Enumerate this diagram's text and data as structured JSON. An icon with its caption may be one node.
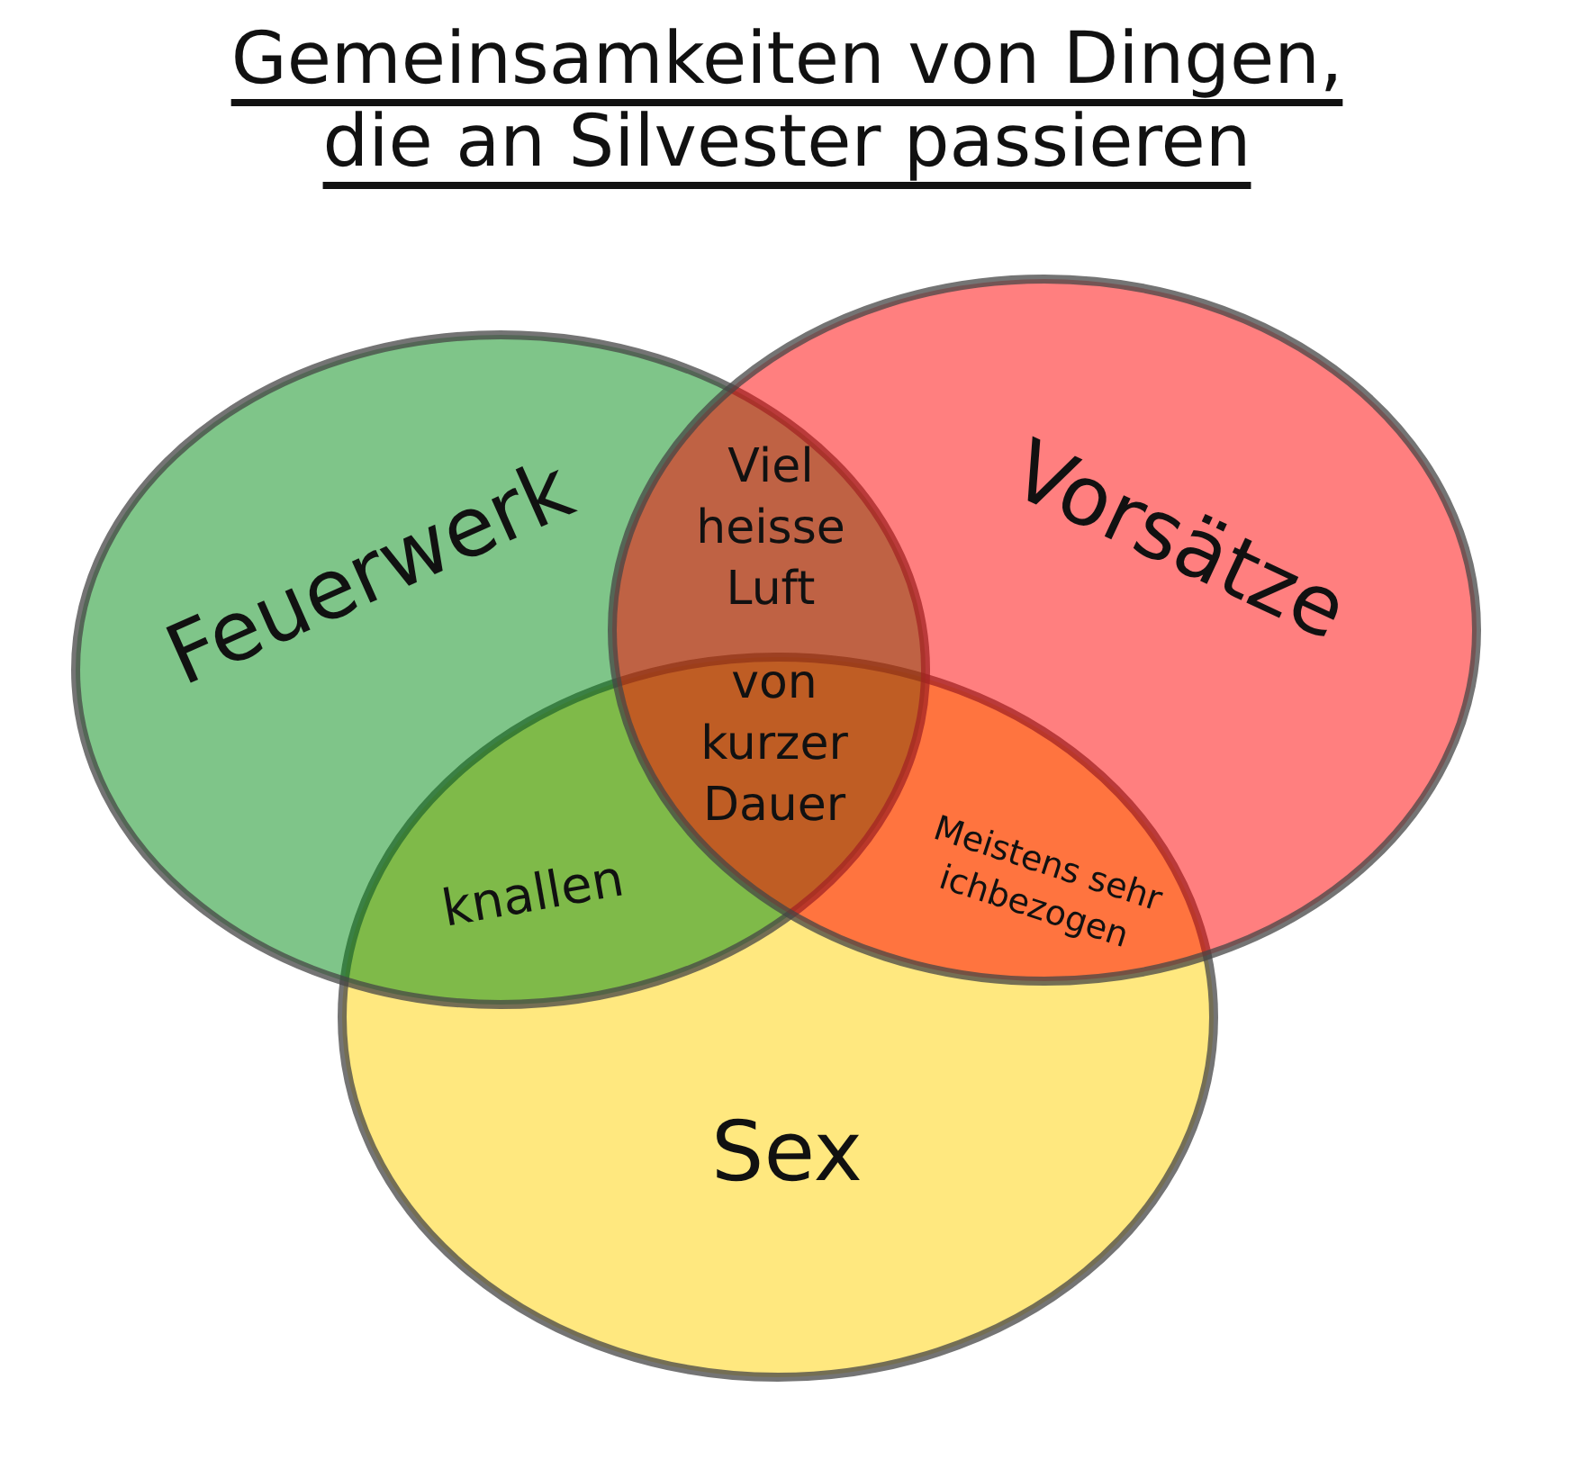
{
  "diagram": {
    "title": "Gemeinsamkeiten von Dingen, die an Silvester passieren",
    "nodes": [
      {
        "text": [
          "Feuerwerk"
        ]
      },
      {
        "text": [
          "Vorsätze"
        ]
      },
      {
        "text": [
          "Sex"
        ]
      }
    ],
    "labels": [
      "Viel heisse Luft",
      "von kurzer Dauer",
      "knallen",
      "Meistens sehr ichbezogen"
    ]
  }
}
